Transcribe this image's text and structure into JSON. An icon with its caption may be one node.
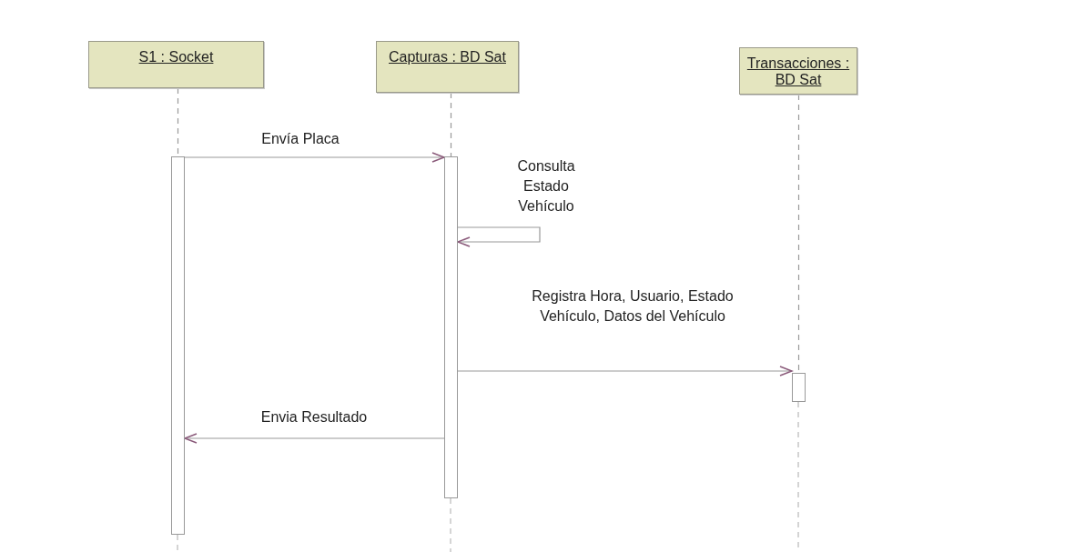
{
  "diagram": {
    "nodes": [
      {
        "text": [
          "S1 : Socket"
        ]
      },
      {
        "text": [
          "Capturas : BD Sat"
        ]
      },
      {
        "text": [
          "Transacciones : BD Sat"
        ]
      },
      {
        "text": [],
        "shape": "bar"
      },
      {
        "text": [],
        "shape": "bar"
      },
      {
        "text": [],
        "shape": "bar"
      }
    ],
    "edges": [
      {
        "from": 0,
        "to": 3,
        "arrow": "none",
        "style": "dashed"
      },
      {
        "from": 1,
        "to": 4,
        "arrow": "none",
        "style": "dashed"
      },
      {
        "from": 2,
        "to": 5,
        "arrow": "none",
        "style": "dashed"
      },
      {
        "from": 3,
        "to": 4,
        "arrow": "to",
        "label": "Envía Placa"
      },
      {
        "from": 4,
        "to": 4,
        "arrow": "to",
        "label": "Consulta Estado Vehículo"
      },
      {
        "from": 4,
        "to": 5,
        "arrow": "to",
        "label": "Registra Hora, Usuario, Estado Vehículo, Datos del Vehículo"
      },
      {
        "from": 4,
        "to": 3,
        "arrow": "to",
        "label": "Envia Resultado"
      }
    ]
  }
}
